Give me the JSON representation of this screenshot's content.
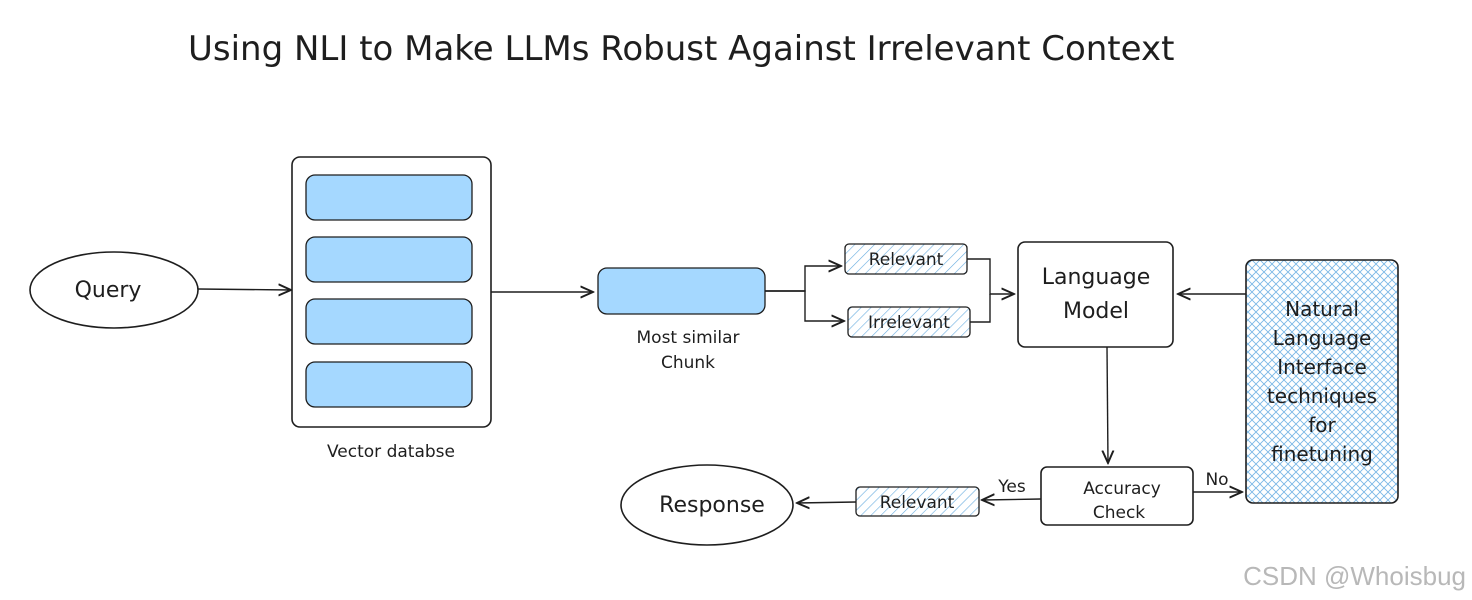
{
  "title": "Using NLI to Make LLMs Robust Against Irrelevant Context",
  "nodes": {
    "query": "Query",
    "vector_db_caption": "Vector databse",
    "chunk_caption_line1": "Most similar",
    "chunk_caption_line2": "Chunk",
    "relevant_tag": "Relevant",
    "irrelevant_tag": "Irrelevant",
    "llm_line1": "Language",
    "llm_line2": "Model",
    "nli_lines": [
      "Natural",
      "Language",
      "Interface",
      "techniques",
      "for",
      "finetuning"
    ],
    "accuracy_line1": "Accuracy",
    "accuracy_line2": "Check",
    "yes_label": "Yes",
    "no_label": "No",
    "relevant_out_tag": "Relevant",
    "response": "Response"
  },
  "colors": {
    "chunk_fill": "#a5d8ff",
    "hatch": "#4a9bd8",
    "stroke": "#1e1e1e"
  },
  "watermark": "CSDN @Whoisbug"
}
